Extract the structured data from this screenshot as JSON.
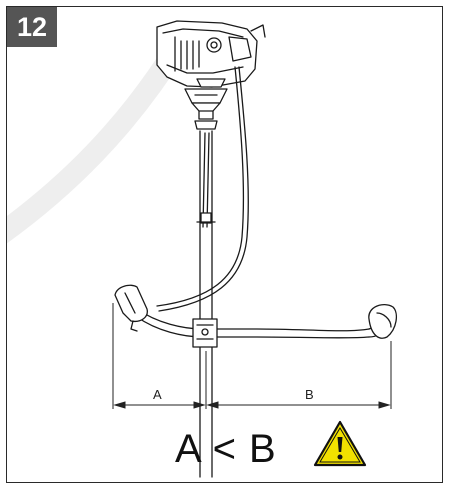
{
  "figure": {
    "number": "12",
    "dimension_a": "A",
    "dimension_b": "B",
    "formula": "A < B"
  },
  "colors": {
    "badge_bg": "#555555",
    "warning_fill": "#f2e100",
    "line": "#1a1a1a"
  },
  "icons": {
    "warning": "warning-triangle-icon"
  }
}
